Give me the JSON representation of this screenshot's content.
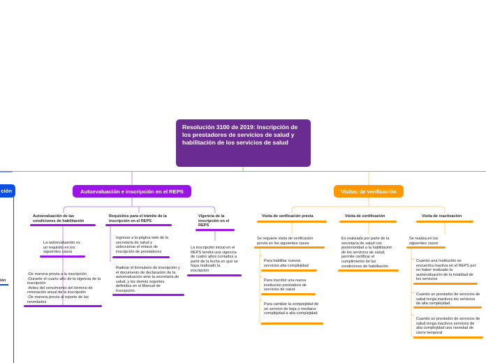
{
  "colors": {
    "root": "#6a2c91",
    "purple": "#9b13e6",
    "orange": "#ff9800",
    "blue": "#0a4fe0",
    "green": "#7ed321"
  },
  "root": {
    "title": "Resolución 3100 de 2019: Inscripción de los prestadores de servicios de salud y habilitación de los servicios de salud"
  },
  "left_branch": {
    "label_fragment": "ción",
    "sub_fragment": "ión"
  },
  "autoevaluacion": {
    "label": "Autoevaluación e inscripción en el REPS",
    "col1": {
      "title": "Autoevaluación de las condiciones de habilitación",
      "item1": "La autoevaluación es un requisito en los siguientes casos",
      "item2": "-De manera previa a la inscripción\n-Durante el cuarto año de la vigencia de la inscripción\n-Antes del vencimiento del término de renovación anual de la inscripción\n-De manera previa al reporte de las novedades"
    },
    "col2": {
      "title": "Requisitos para el trámite de la inscripción en el REPS",
      "item1": "Ingresar a la página web de la secretaría de salud y seleccionar el enlace de inscripción de prestadores",
      "item2": "Radicar el formulario de inscripción y el documento de declaración de la autoevaluación ante la secretaría de salud, y los demás soportes definidos en el Manual de Inscripción."
    },
    "col3": {
      "title": "Vigencia de la inscripción en el REPS",
      "item1": "La inscripción inicial en el REPS tendrá una vigencia de cuatro años contados a partir de la fecha en que se haya realizado la inscripción"
    }
  },
  "visitas": {
    "label": "Visitas de verificación",
    "col1": {
      "title": "Visita de verificación previa",
      "intro": "Se requiere visita de verificación previa en los siguientes casos",
      "item1": "Para habilitar nuevos servicios alta complejidad",
      "item2": "Para inscribir una nueva institución prestadora de servicios de salud",
      "item3": "Para cambiar la complejidad de un servicio de baja o mediana complejidad a alta complejidad"
    },
    "col2": {
      "title": "Visita de certificación",
      "item1": "Es realizada por parte de la secretaría de salud con posterioridad a la habilitación de los servicios de salud, permite certificar el cumplimiento de las condiciones de habilitación"
    },
    "col3": {
      "title": "Visita de reactivación",
      "intro": "Se realiza en los siguientes casos",
      "item1": "Cuando una Institución se encuentra inactiva en el REPS por no haber realizado la autoevaluación de la totalidad de los servicios",
      "item2": "Cuando un prestador de servicios de salud tenga inactivos los servicios de alta complejidad",
      "item3": "Cuando un prestador de servicios de salud tenga inactivos servicios de alta complejidad una novedad de cierre temporal"
    }
  }
}
